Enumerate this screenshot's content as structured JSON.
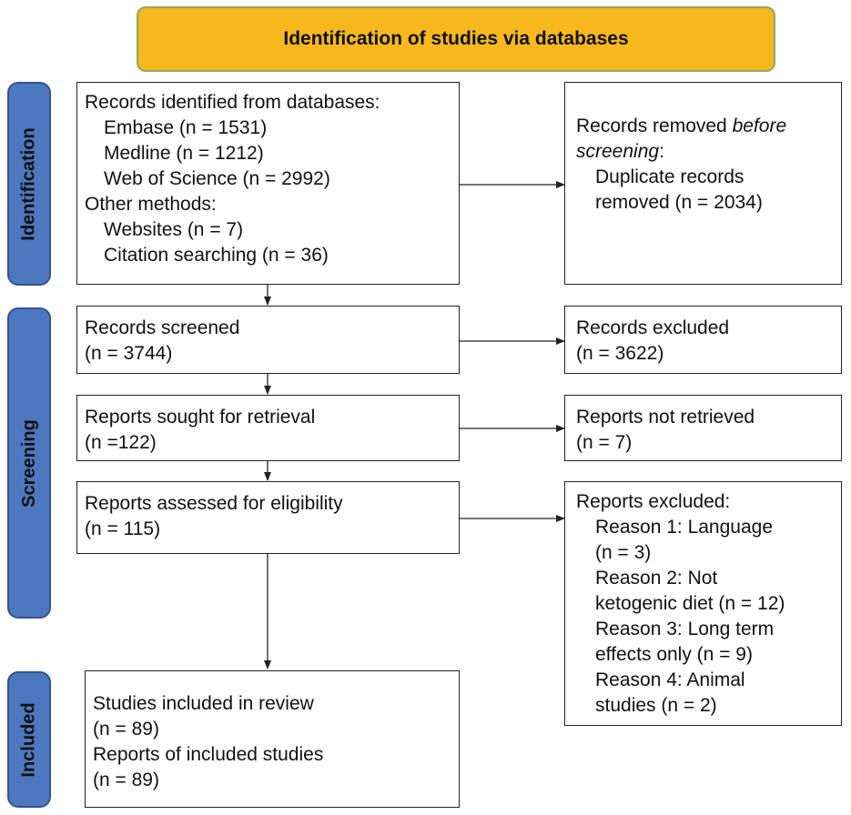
{
  "header": {
    "title": "Identification of studies via databases"
  },
  "stages": {
    "identification": "Identification",
    "screening": "Screening",
    "included": "Included"
  },
  "boxes": {
    "records_identified": {
      "l1": "Records identified from databases:",
      "l2": "Embase (n = 1531)",
      "l3": "Medline (n = 1212)",
      "l4": "Web of Science (n = 2992)",
      "l5": "Other methods:",
      "l6": "Websites (n = 7)",
      "l7": "Citation searching (n = 36)"
    },
    "records_removed": {
      "l1a": "Records removed ",
      "l1b": "before",
      "l2a": "screening",
      "l2b": ":",
      "l3": "Duplicate records",
      "l4": "removed (n = 2034)"
    },
    "records_screened": {
      "l1": "Records screened",
      "l2": "(n = 3744)"
    },
    "records_excluded": {
      "l1": "Records excluded",
      "l2": "(n = 3622)"
    },
    "reports_sought": {
      "l1": "Reports sought for retrieval",
      "l2": "(n =122)"
    },
    "reports_not_retrieved": {
      "l1": "Reports not retrieved",
      "l2": "(n = 7)"
    },
    "reports_assessed": {
      "l1": "Reports assessed for eligibility",
      "l2": "(n = 115)"
    },
    "reports_excluded": {
      "l1": "Reports excluded:",
      "l2": "Reason 1: Language",
      "l3": "(n = 3)",
      "l4": "Reason 2: Not",
      "l5": "ketogenic diet (n = 12)",
      "l6": "Reason 3: Long term",
      "l7": "effects only (n = 9)",
      "l8": "Reason 4: Animal",
      "l9": "studies (n = 2)"
    },
    "studies_included": {
      "l1": "Studies included in review",
      "l2": "(n = 89)",
      "l3": "Reports of included studies",
      "l4": "(n = 89)"
    }
  }
}
